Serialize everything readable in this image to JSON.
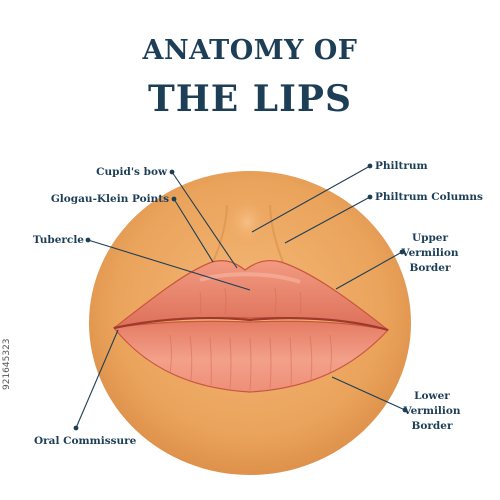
{
  "title": {
    "line1": "ANATOMY OF",
    "line2": "THE LIPS"
  },
  "labels": {
    "cupids_bow": "Cupid's bow",
    "glogau_klein": "Glogau-Klein Points",
    "tubercle": "Tubercle",
    "oral_commissure": "Oral Commissure",
    "philtrum": "Philtrum",
    "philtrum_columns": "Philtrum Columns",
    "upper_vermilion_1": "Upper",
    "upper_vermilion_2": "Vermilion",
    "upper_vermilion_3": "Border",
    "lower_vermilion_1": "Lower",
    "lower_vermilion_2": "Vermilion",
    "lower_vermilion_3": "Border"
  },
  "stock_id": "921645323",
  "colors": {
    "title": "#1d3e57",
    "skin": "#eaa55e",
    "lip": "#ec8a72",
    "leader_line": "#1d3e57"
  }
}
